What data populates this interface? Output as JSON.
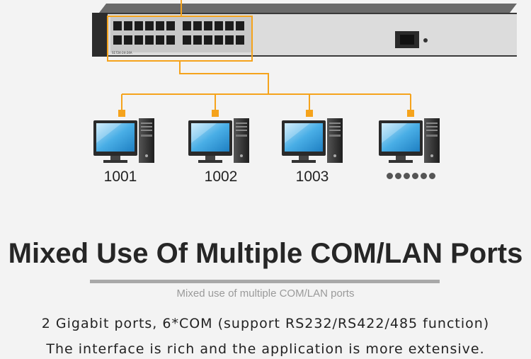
{
  "switch": {
    "model_label": "S1724-24-24A"
  },
  "nodes": [
    {
      "id": "node-1001",
      "label": "1001"
    },
    {
      "id": "node-1002",
      "label": "1002"
    },
    {
      "id": "node-1003",
      "label": "1003"
    },
    {
      "id": "node-more",
      "label": ""
    }
  ],
  "text": {
    "title": "Mixed Use Of Multiple COM/LAN Ports",
    "subtitle": "Mixed use of multiple COM/LAN ports",
    "line1": "2 Gigabit ports, 6*COM (support RS232/RS422/485 function)",
    "line2": "The interface is rich and the application is more extensive."
  },
  "colors": {
    "connector": "#f5a31c",
    "switch_body": "#3c3c3c",
    "switch_face": "#d9d9d9",
    "screen": "#39a0dc"
  }
}
